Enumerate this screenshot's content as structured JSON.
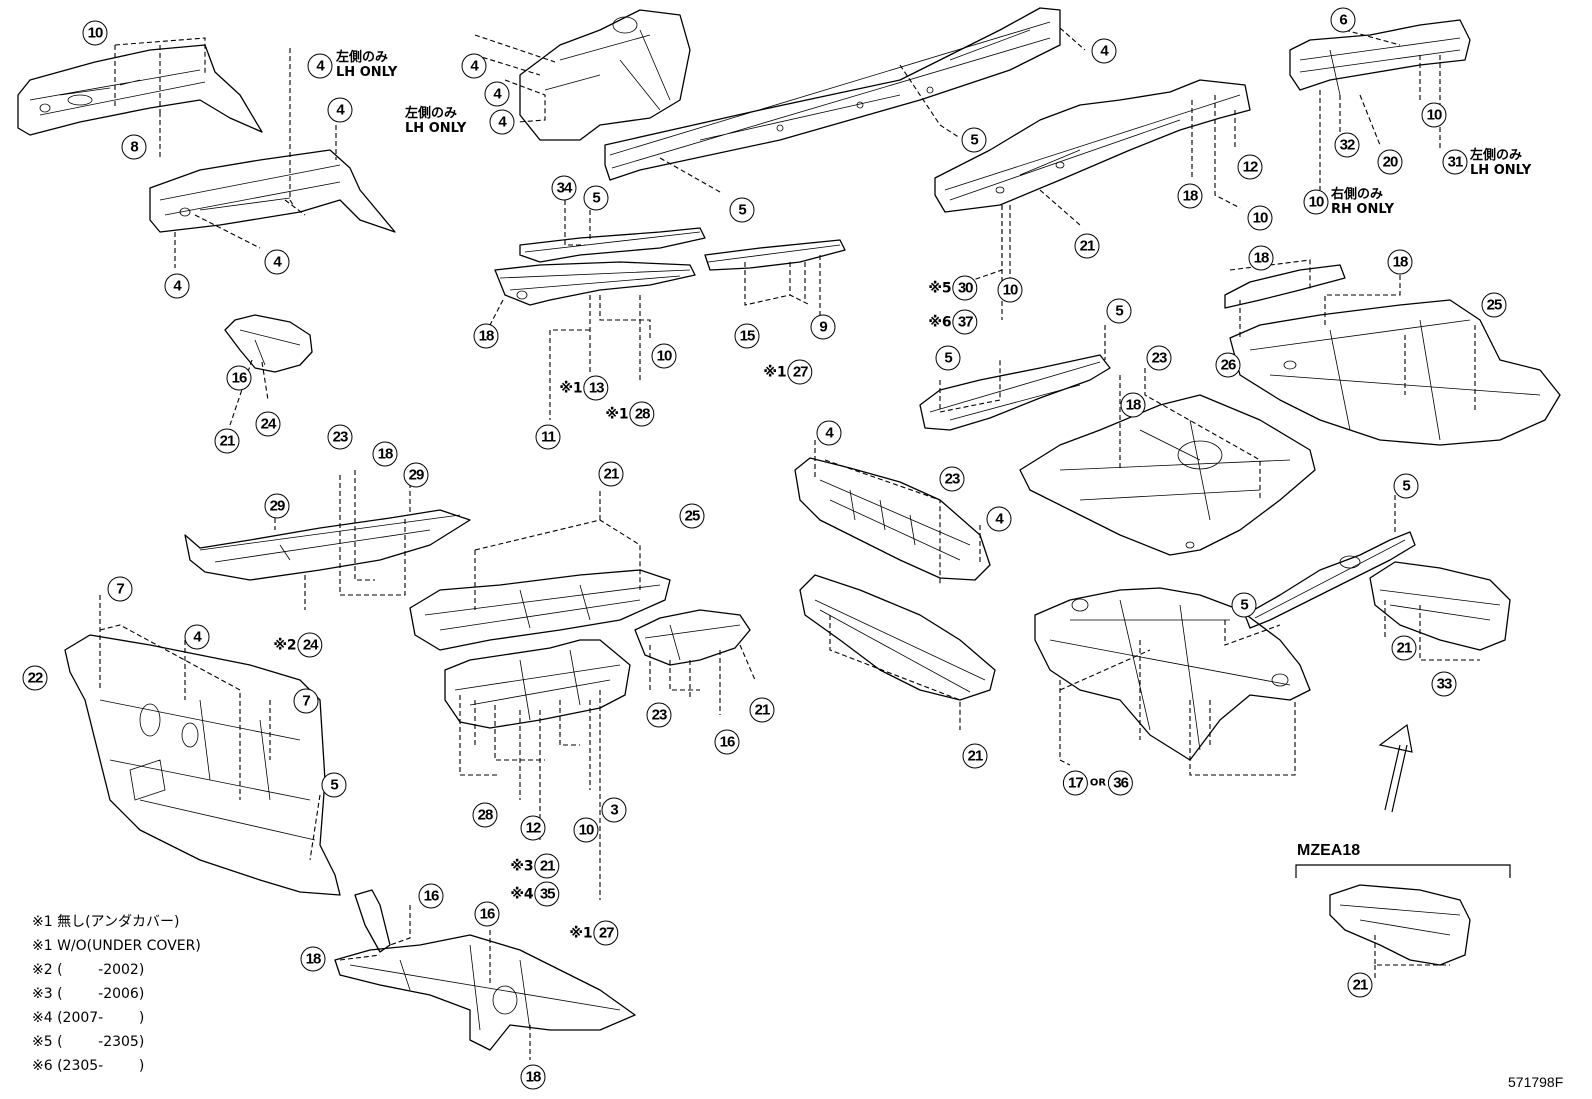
{
  "diagram": {
    "doc_code": "571798F",
    "model_code": "MZEA18",
    "lh_only_jp": "左側のみ",
    "lh_only_en": "LH ONLY",
    "rh_only_jp": "右側のみ",
    "rh_only_en": "RH ONLY",
    "or_text": "OR",
    "notes": [
      "※1 無し(アンダカバー)",
      "※1 W/O(UNDER COVER)",
      "※2 (        -2002)",
      "※3 (        -2006)",
      "※4 (2007-        )",
      "※5 (        -2305)",
      "※6 (2305-        )"
    ]
  },
  "callouts": [
    {
      "id": "c01",
      "number": "10",
      "prefix": ""
    },
    {
      "id": "c02",
      "number": "8",
      "prefix": ""
    },
    {
      "id": "c03",
      "number": "4",
      "prefix": ""
    },
    {
      "id": "c04",
      "number": "4",
      "prefix": ""
    },
    {
      "id": "c05",
      "number": "4",
      "prefix": ""
    },
    {
      "id": "c06",
      "number": "4",
      "prefix": ""
    },
    {
      "id": "c07",
      "number": "16",
      "prefix": ""
    },
    {
      "id": "c08",
      "number": "21",
      "prefix": ""
    },
    {
      "id": "c09",
      "number": "24",
      "prefix": ""
    },
    {
      "id": "c10",
      "number": "4",
      "prefix": ""
    },
    {
      "id": "c11",
      "number": "4",
      "prefix": ""
    },
    {
      "id": "c12",
      "number": "4",
      "prefix": ""
    },
    {
      "id": "c13",
      "number": "4",
      "prefix": ""
    },
    {
      "id": "c14",
      "number": "5",
      "prefix": ""
    },
    {
      "id": "c15",
      "number": "5",
      "prefix": ""
    },
    {
      "id": "c16",
      "number": "34",
      "prefix": ""
    },
    {
      "id": "c17",
      "number": "5",
      "prefix": ""
    },
    {
      "id": "c18",
      "number": "18",
      "prefix": ""
    },
    {
      "id": "c19",
      "number": "13",
      "prefix": "※1"
    },
    {
      "id": "c20",
      "number": "28",
      "prefix": "※1"
    },
    {
      "id": "c21",
      "number": "10",
      "prefix": ""
    },
    {
      "id": "c22",
      "number": "11",
      "prefix": ""
    },
    {
      "id": "c23",
      "number": "15",
      "prefix": ""
    },
    {
      "id": "c24",
      "number": "9",
      "prefix": ""
    },
    {
      "id": "c25",
      "number": "27",
      "prefix": "※1"
    },
    {
      "id": "c26",
      "number": "18",
      "prefix": ""
    },
    {
      "id": "c27",
      "number": "12",
      "prefix": ""
    },
    {
      "id": "c28",
      "number": "10",
      "prefix": ""
    },
    {
      "id": "c29",
      "number": "21",
      "prefix": ""
    },
    {
      "id": "c30",
      "number": "30",
      "prefix": "※5"
    },
    {
      "id": "c31",
      "number": "10",
      "prefix": ""
    },
    {
      "id": "c32",
      "number": "37",
      "prefix": "※6"
    },
    {
      "id": "c33",
      "number": "6",
      "prefix": ""
    },
    {
      "id": "c34",
      "number": "10",
      "prefix": ""
    },
    {
      "id": "c35",
      "number": "32",
      "prefix": ""
    },
    {
      "id": "c36",
      "number": "20",
      "prefix": ""
    },
    {
      "id": "c37",
      "number": "31",
      "prefix": ""
    },
    {
      "id": "c38",
      "number": "10",
      "prefix": ""
    },
    {
      "id": "c39",
      "number": "23",
      "prefix": ""
    },
    {
      "id": "c40",
      "number": "18",
      "prefix": ""
    },
    {
      "id": "c41",
      "number": "29",
      "prefix": ""
    },
    {
      "id": "c42",
      "number": "29",
      "prefix": ""
    },
    {
      "id": "c43",
      "number": "24",
      "prefix": "※2"
    },
    {
      "id": "c44",
      "number": "21",
      "prefix": ""
    },
    {
      "id": "c45",
      "number": "25",
      "prefix": ""
    },
    {
      "id": "c46",
      "number": "23",
      "prefix": ""
    },
    {
      "id": "c47",
      "number": "16",
      "prefix": ""
    },
    {
      "id": "c48",
      "number": "21",
      "prefix": ""
    },
    {
      "id": "c49",
      "number": "28",
      "prefix": ""
    },
    {
      "id": "c50",
      "number": "12",
      "prefix": ""
    },
    {
      "id": "c51",
      "number": "10",
      "prefix": ""
    },
    {
      "id": "c52",
      "number": "3",
      "prefix": ""
    },
    {
      "id": "c53",
      "number": "21",
      "prefix": "※3"
    },
    {
      "id": "c54",
      "number": "35",
      "prefix": "※4"
    },
    {
      "id": "c55",
      "number": "27",
      "prefix": "※1"
    },
    {
      "id": "c56",
      "number": "4",
      "prefix": ""
    },
    {
      "id": "c57",
      "number": "23",
      "prefix": ""
    },
    {
      "id": "c58",
      "number": "4",
      "prefix": ""
    },
    {
      "id": "c59",
      "number": "21",
      "prefix": ""
    },
    {
      "id": "c60",
      "number": "5",
      "prefix": ""
    },
    {
      "id": "c61",
      "number": "5",
      "prefix": ""
    },
    {
      "id": "c62",
      "number": "23",
      "prefix": ""
    },
    {
      "id": "c63",
      "number": "18",
      "prefix": ""
    },
    {
      "id": "c64",
      "number": "18",
      "prefix": ""
    },
    {
      "id": "c65",
      "number": "18",
      "prefix": ""
    },
    {
      "id": "c66",
      "number": "26",
      "prefix": ""
    },
    {
      "id": "c67",
      "number": "25",
      "prefix": ""
    },
    {
      "id": "c68",
      "number": "5",
      "prefix": ""
    },
    {
      "id": "c69",
      "number": "5",
      "prefix": ""
    },
    {
      "id": "c70",
      "number": "21",
      "prefix": ""
    },
    {
      "id": "c71",
      "number": "33",
      "prefix": ""
    },
    {
      "id": "c72",
      "number": "17",
      "prefix": ""
    },
    {
      "id": "c73",
      "number": "36",
      "prefix": ""
    },
    {
      "id": "c74",
      "number": "7",
      "prefix": ""
    },
    {
      "id": "c75",
      "number": "22",
      "prefix": ""
    },
    {
      "id": "c76",
      "number": "4",
      "prefix": ""
    },
    {
      "id": "c77",
      "number": "7",
      "prefix": ""
    },
    {
      "id": "c78",
      "number": "5",
      "prefix": ""
    },
    {
      "id": "c79",
      "number": "16",
      "prefix": ""
    },
    {
      "id": "c80",
      "number": "18",
      "prefix": ""
    },
    {
      "id": "c81",
      "number": "16",
      "prefix": ""
    },
    {
      "id": "c82",
      "number": "18",
      "prefix": ""
    },
    {
      "id": "c83",
      "number": "21",
      "prefix": ""
    }
  ]
}
